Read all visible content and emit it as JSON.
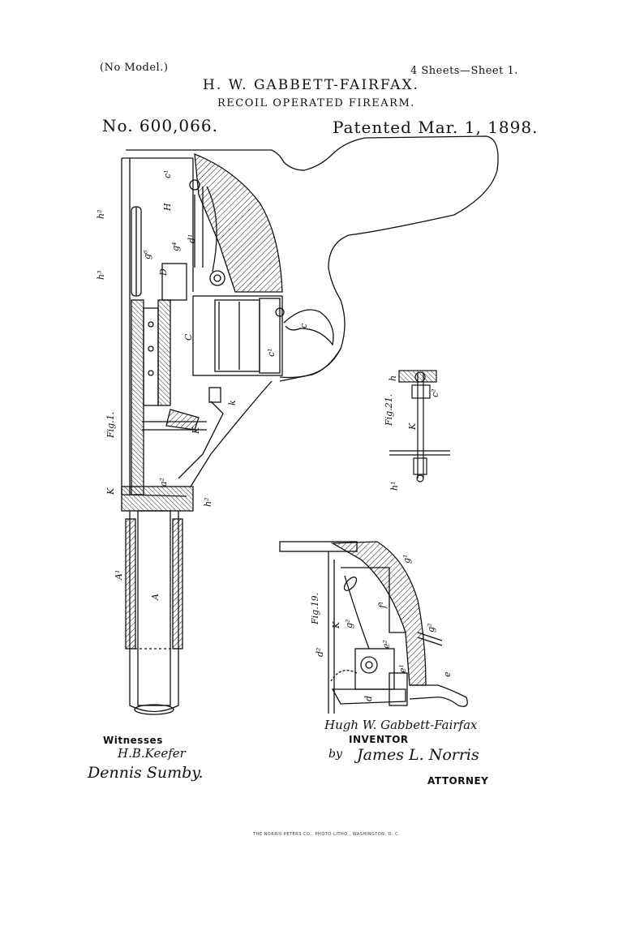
{
  "header": {
    "model_note": "(No Model.)",
    "sheets": "4 Sheets—Sheet 1.",
    "inventor_name": "H. W. GABBETT-FAIRFAX.",
    "title": "RECOIL OPERATED FIREARM.",
    "patent_number": "No. 600,066.",
    "patent_date": "Patented Mar. 1, 1898."
  },
  "figures": {
    "fig1_label": "Fig.1.",
    "fig19_label": "Fig.19.",
    "fig21_label": "Fig.21."
  },
  "footer": {
    "witnesses_label": "Witnesses",
    "witness_1": "H.B.Keefer",
    "witness_2": "Dennis Sumby.",
    "inventor_signature": "Hugh W. Gabbett-Fairfax",
    "inventor_label": "INVENTOR",
    "attorney_by": "by",
    "attorney_signature": "James L. Norris",
    "attorney_label": "ATTORNEY",
    "printer": "THE NORRIS PETERS CO., PHOTO-LITHO., WASHINGTON, D. C."
  }
}
